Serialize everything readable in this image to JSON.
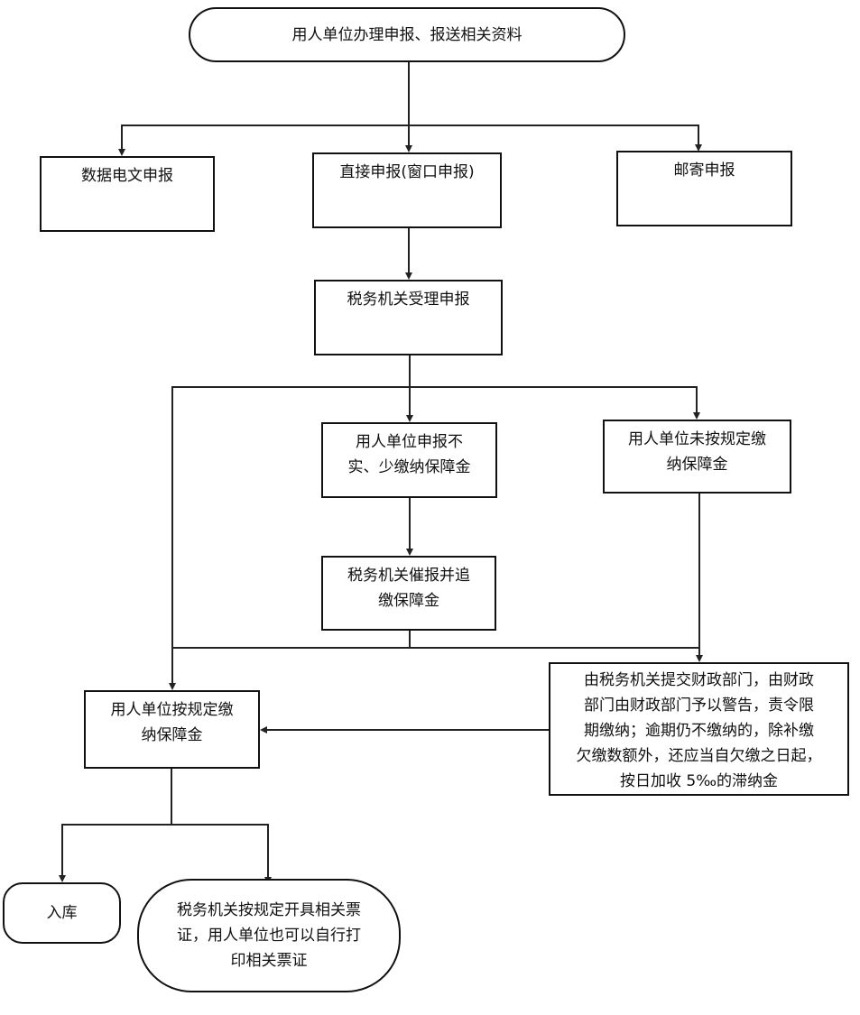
{
  "nodes": {
    "start": "用人单位办理申报、报送相关资料",
    "telex": "数据电文申报",
    "direct": "直接申报(窗口申报)",
    "mail": "邮寄申报",
    "accept": "税务机关受理申报",
    "underpay": {
      "line1": "用人单位申报不",
      "line2": "实、少缴纳保障金"
    },
    "notpay": {
      "line1": "用人单位未按规定缴",
      "line2": "纳保障金"
    },
    "urge": {
      "line1": "税务机关催报并追",
      "line2": "缴保障金"
    },
    "finance": {
      "line1": "由税务机关提交财政部门，由财政",
      "line2": "部门由财政部门予以警告，责令限",
      "line3": "期缴纳；逾期仍不缴纳的，除补缴",
      "line4": "欠缴数额外，还应当自欠缴之日起，",
      "line5": "按日加收 5‰的滞纳金"
    },
    "paid": {
      "line1": "用人单位按规定缴",
      "line2": "纳保障金"
    },
    "store": "入库",
    "receipt": {
      "line1": "税务机关按规定开具相关票",
      "line2": "证，用人单位也可以自行打",
      "line3": "印相关票证"
    }
  }
}
